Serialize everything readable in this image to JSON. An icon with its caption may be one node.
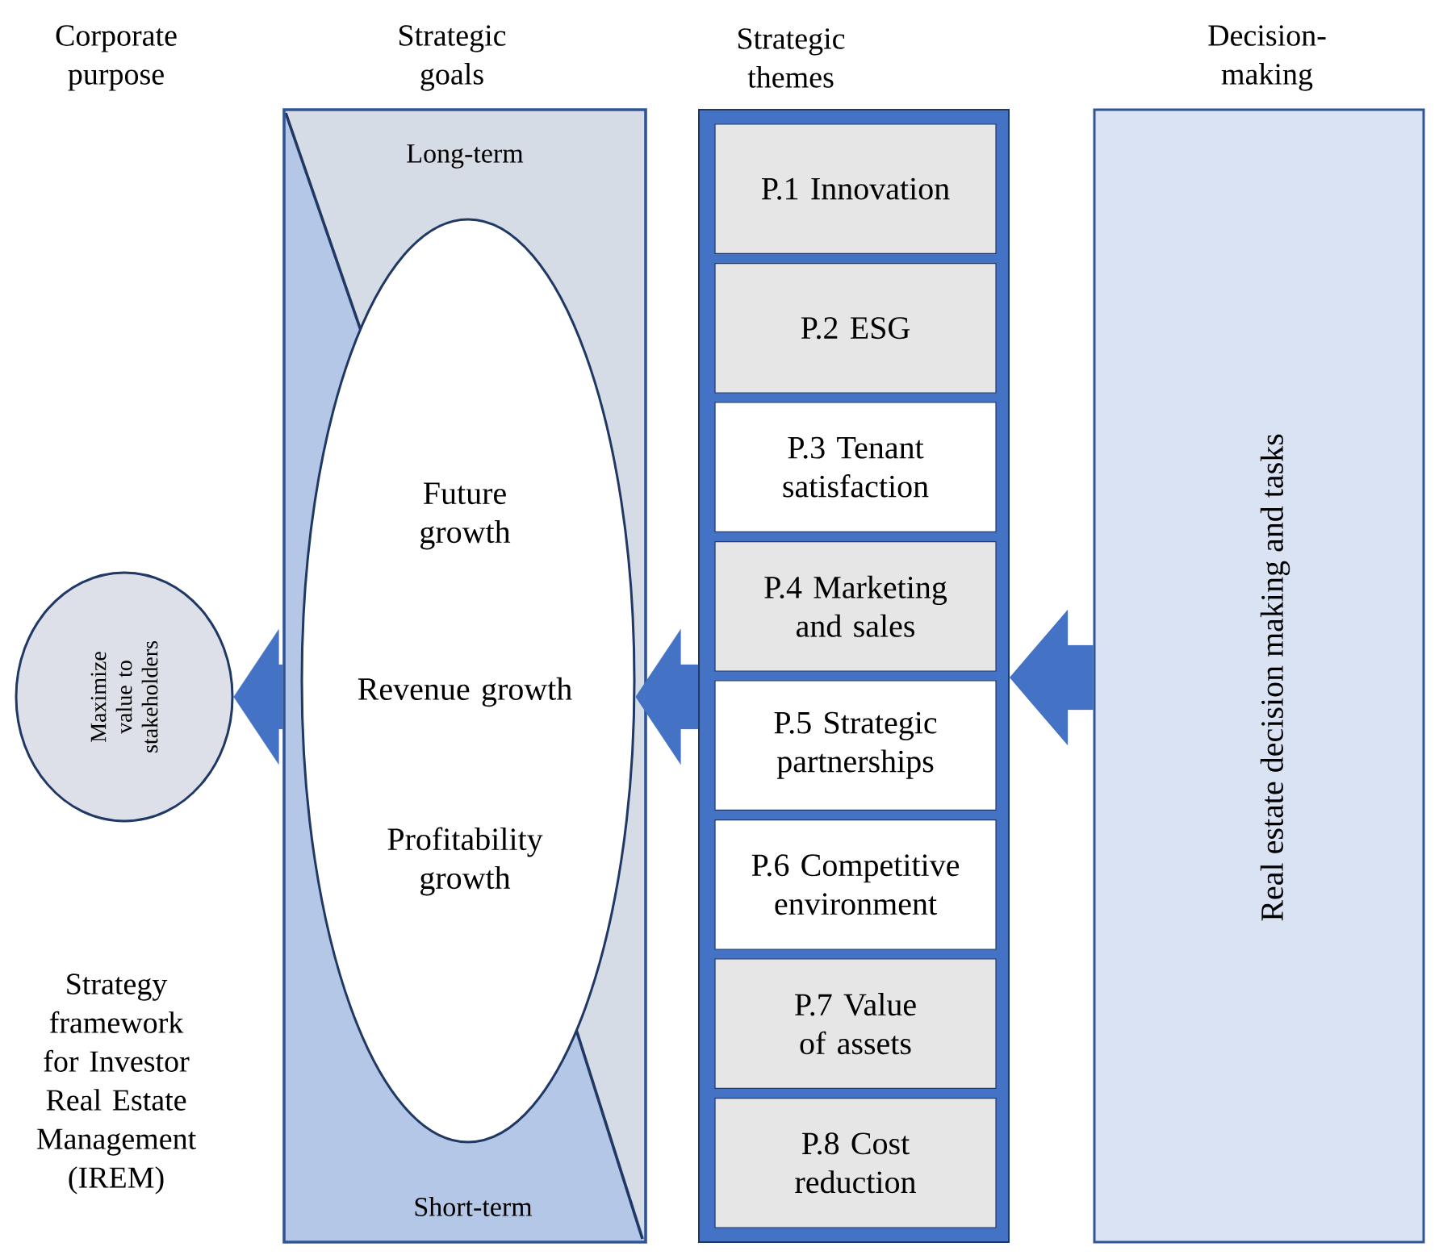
{
  "diagram": {
    "nodes": [
      {
        "text": [
          "Maximize value to stakeholders"
        ]
      },
      {
        "text": [
          "Strategic goals",
          "Long-term",
          "Short-term"
        ]
      },
      {
        "text": [
          "Future growth",
          "Revenue growth",
          "Profitability growth"
        ],
        "in": 1
      },
      {
        "text": [
          "Strategic themes"
        ]
      },
      {
        "text": [
          "P.1 Innovation"
        ],
        "in": 3
      },
      {
        "text": [
          "P.2 ESG"
        ],
        "in": 3
      },
      {
        "text": [
          "P.3 Tenant satisfaction"
        ],
        "in": 3
      },
      {
        "text": [
          "P.4 Marketing and sales"
        ],
        "in": 3
      },
      {
        "text": [
          "P.5 Strategic partnerships"
        ],
        "in": 3
      },
      {
        "text": [
          "P.6 Competitive environment"
        ],
        "in": 3
      },
      {
        "text": [
          "P.7 Value of assets"
        ],
        "in": 3
      },
      {
        "text": [
          "P.8 Cost reduction"
        ],
        "in": 3
      },
      {
        "text": [
          "Decision-making",
          "Real estate decision making and tasks"
        ]
      }
    ],
    "edges": [
      {
        "from": 12,
        "to": 3,
        "arrow": "to"
      },
      {
        "from": 3,
        "to": 2,
        "arrow": "to"
      },
      {
        "from": 1,
        "to": 0,
        "arrow": "to"
      }
    ],
    "labels": [
      "Corporate purpose",
      "Strategy framework for Investor Real Estate Management (IREM)"
    ]
  }
}
